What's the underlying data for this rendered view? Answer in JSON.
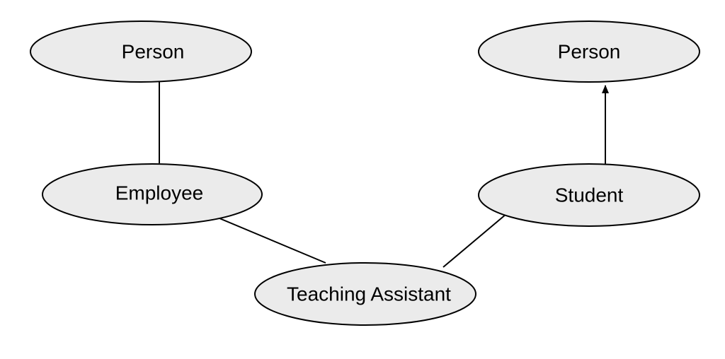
{
  "diagram": {
    "type": "inheritance-graph",
    "nodes": [
      {
        "id": "person_left",
        "label": "Person"
      },
      {
        "id": "person_right",
        "label": "Person"
      },
      {
        "id": "employee",
        "label": "Employee"
      },
      {
        "id": "student",
        "label": "Student"
      },
      {
        "id": "teaching_assistant",
        "label": "Teaching Assistant"
      }
    ],
    "edges": [
      {
        "from": "employee",
        "to": "person_left"
      },
      {
        "from": "student",
        "to": "person_right"
      },
      {
        "from": "teaching_assistant",
        "to": "employee"
      },
      {
        "from": "teaching_assistant",
        "to": "student"
      }
    ],
    "colors": {
      "node_fill": "#ebebeb",
      "stroke": "#000000"
    }
  }
}
